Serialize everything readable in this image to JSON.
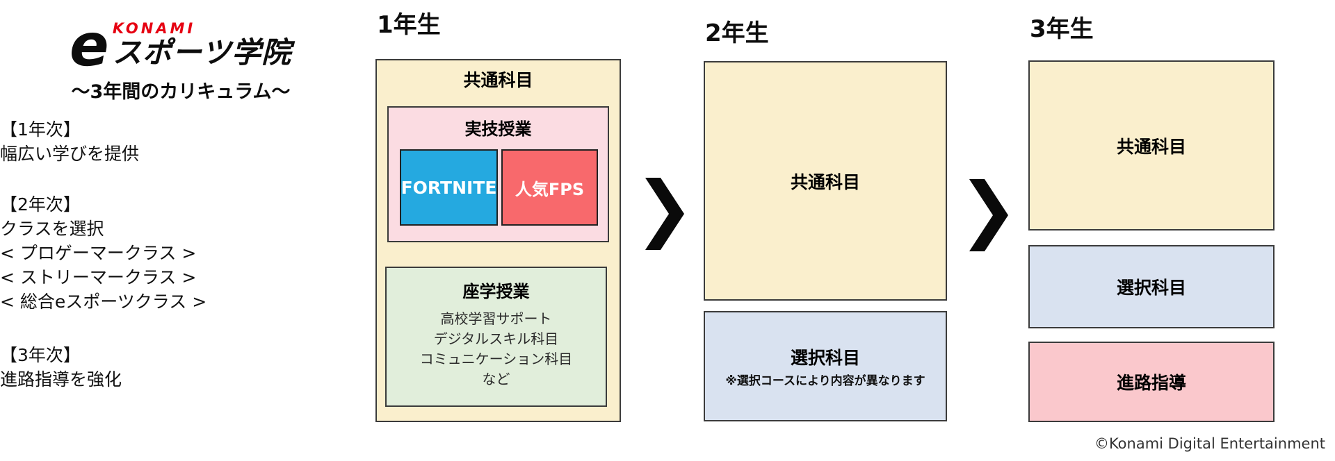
{
  "branding": {
    "logo_e_mark": "e",
    "logo_konami": "KONAMI",
    "logo_school": "スポーツ学院",
    "tagline": "〜3年間のカリキュラム〜",
    "copyright": "©Konami Digital Entertainment"
  },
  "overview": {
    "year1": {
      "heading": "【1年次】",
      "description": "幅広い学びを提供"
    },
    "year2": {
      "heading": "【2年次】",
      "description": "クラスを選択",
      "classes": [
        "< プロゲーマークラス >",
        "< ストリーマークラス >",
        "< 総合eスポーツクラス >"
      ]
    },
    "year3": {
      "heading": "【3年次】",
      "description": "進路指導を強化"
    }
  },
  "columns": {
    "year1": {
      "label": "1年生",
      "common_subjects": "共通科目",
      "practical": {
        "title": "実技授業",
        "games": [
          {
            "name": "FORTNITE",
            "color": "#25A9E0"
          },
          {
            "name": "人気FPS",
            "color": "#F8696C"
          }
        ]
      },
      "lecture": {
        "title": "座学授業",
        "items": [
          "高校学習サポート",
          "デジタルスキル科目",
          "コミュニケーション科目",
          "など"
        ]
      }
    },
    "year2": {
      "label": "2年生",
      "common_subjects": "共通科目",
      "elective": {
        "title": "選択科目",
        "note": "※選択コースにより内容が異なります"
      }
    },
    "year3": {
      "label": "3年生",
      "common_subjects": "共通科目",
      "elective": "選択科目",
      "career": "進路指導"
    }
  },
  "colors": {
    "common_subjects_bg": "#FAEFCD",
    "practical_bg": "#FBDCE2",
    "fortnite_bg": "#25A9E0",
    "popular_fps_bg": "#F8696C",
    "lecture_bg": "#E1EEDB",
    "elective_bg": "#D9E2F0",
    "career_bg": "#FAC8CC",
    "konami_red": "#E60012",
    "arrow": "#0A0A0A",
    "border": "#3B3B3B"
  }
}
